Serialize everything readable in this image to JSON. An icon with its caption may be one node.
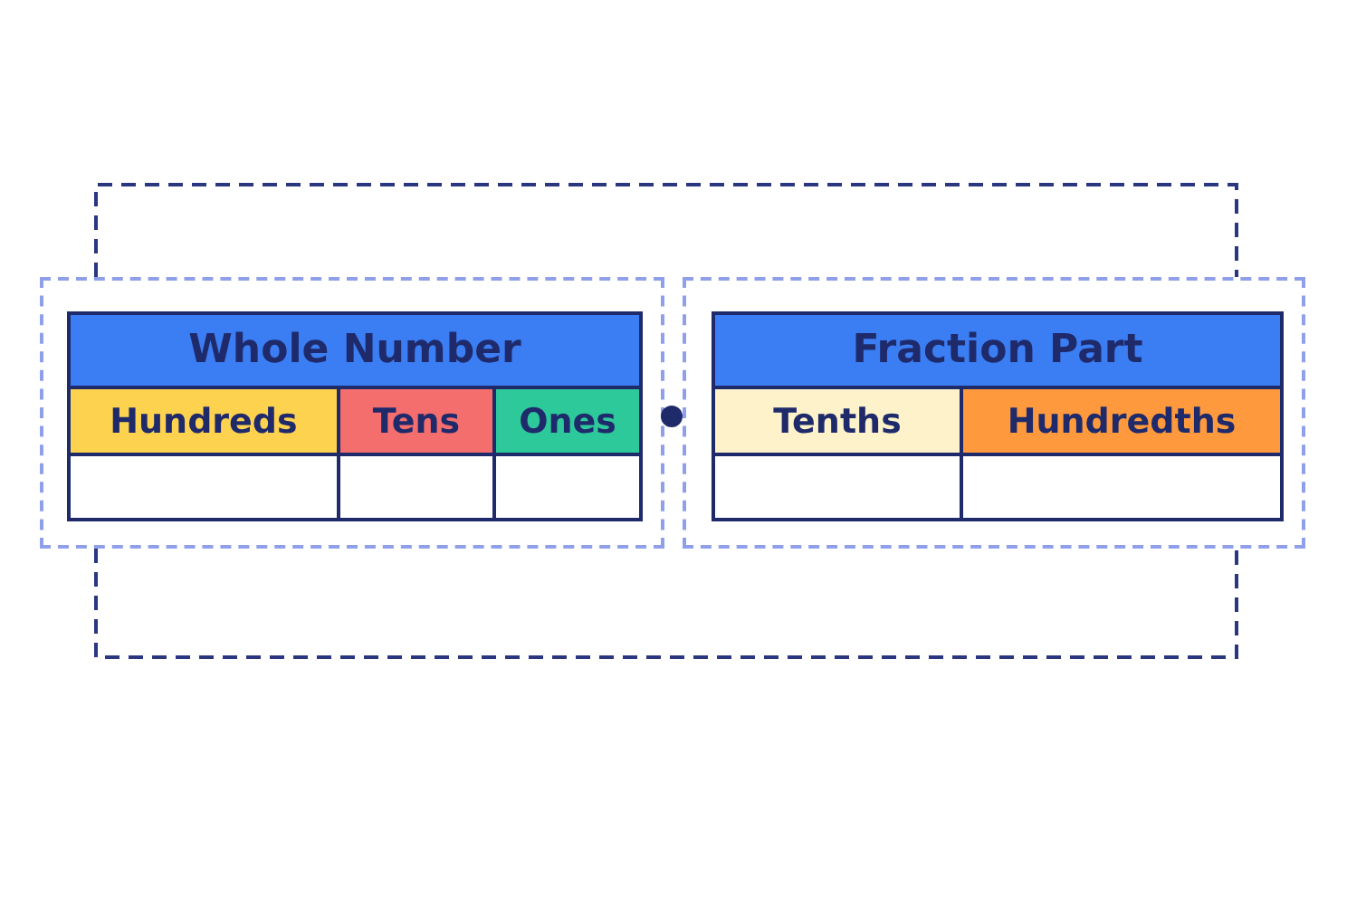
{
  "diagram": {
    "nodes": [
      {
        "text": [],
        "shape": "box"
      },
      {
        "text": [
          "Whole Number"
        ],
        "in": 0
      },
      {
        "text": [
          "Hundreds"
        ],
        "in": 0
      },
      {
        "text": [
          "Tens"
        ],
        "in": 0
      },
      {
        "text": [
          "Ones"
        ],
        "in": 0
      },
      {
        "text": [],
        "shape": "box",
        "in": 0
      },
      {
        "text": [],
        "shape": "box",
        "in": 0
      },
      {
        "text": [],
        "shape": "box",
        "in": 0
      },
      {
        "text": [],
        "shape": "circle"
      },
      {
        "text": [],
        "shape": "box"
      },
      {
        "text": [
          "Fraction Part"
        ],
        "in": 9
      },
      {
        "text": [
          "Tenths"
        ],
        "in": 9
      },
      {
        "text": [
          "Hundredths"
        ],
        "in": 9
      },
      {
        "text": [],
        "shape": "box",
        "in": 9
      },
      {
        "text": [],
        "shape": "box",
        "in": 9
      }
    ],
    "edges": [
      {
        "from": 0,
        "to": 9,
        "arrow": "none",
        "style": "dashed"
      },
      {
        "from": 0,
        "to": 9,
        "arrow": "none",
        "style": "dashed"
      }
    ]
  }
}
